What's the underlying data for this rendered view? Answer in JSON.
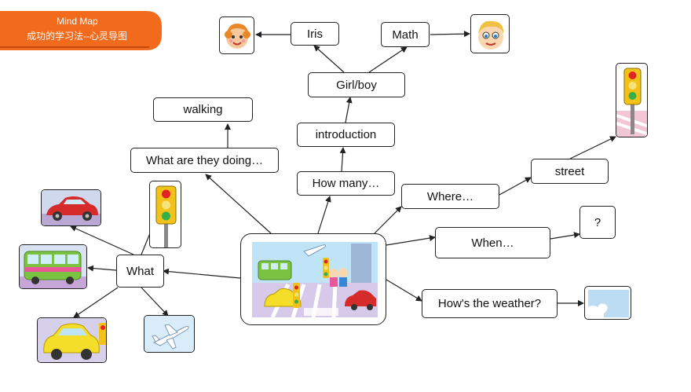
{
  "header": {
    "title": "Mind Map",
    "subtitle": "成功的学习法--心灵导图"
  },
  "nodes": {
    "iris": "Iris",
    "math": "Math",
    "girl_boy": "Girl/boy",
    "introduction": "introduction",
    "how_many": "How many…",
    "walking": "walking",
    "what_doing": "What are they doing…",
    "what": "What",
    "where": "Where…",
    "street": "street",
    "when": "When…",
    "question": "?",
    "weather": "How's the weather?"
  },
  "colors": {
    "banner": "#f26a1b",
    "line": "#222222"
  }
}
